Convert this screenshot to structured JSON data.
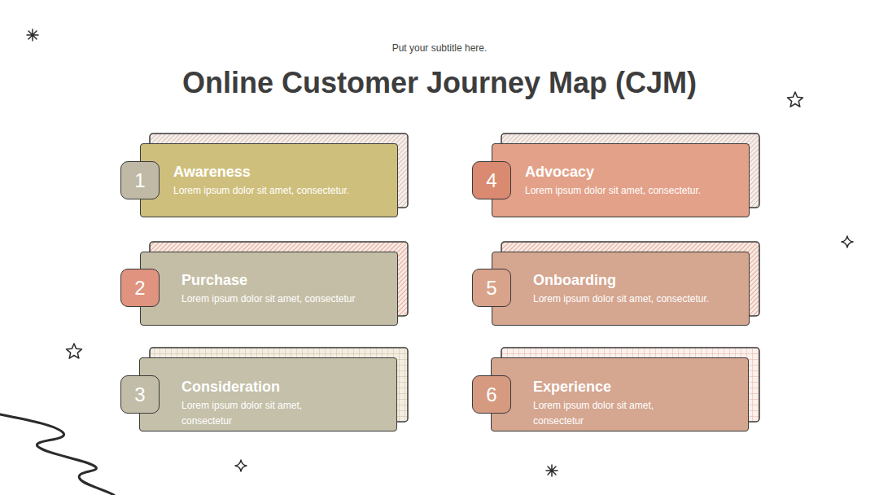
{
  "diagram": {
    "title": "Online Customer Journey Map (CJM)",
    "nodes": [
      {
        "text": [
          "Awareness",
          "Lorem ipsum dolor sit amet, consectetur."
        ]
      },
      {
        "text": [
          "1"
        ],
        "in": 0
      },
      {
        "text": [
          "Purchase",
          "Lorem ipsum dolor sit amet, consectetur"
        ]
      },
      {
        "text": [
          "2"
        ],
        "in": 2
      },
      {
        "text": [
          "Consideration",
          "Lorem ipsum dolor sit amet, consectetur"
        ]
      },
      {
        "text": [
          "3"
        ],
        "in": 4
      },
      {
        "text": [
          "Advocacy",
          "Lorem ipsum dolor sit amet, consectetur."
        ]
      },
      {
        "text": [
          "4"
        ],
        "in": 6
      },
      {
        "text": [
          "Onboarding",
          "Lorem ipsum dolor sit amet, consectetur."
        ]
      },
      {
        "text": [
          "5"
        ],
        "in": 8
      },
      {
        "text": [
          "Experience",
          "Lorem ipsum dolor sit amet, consectetur"
        ]
      },
      {
        "text": [
          "6"
        ],
        "in": 10
      }
    ],
    "labels": [
      "Put your subtitle here."
    ]
  }
}
